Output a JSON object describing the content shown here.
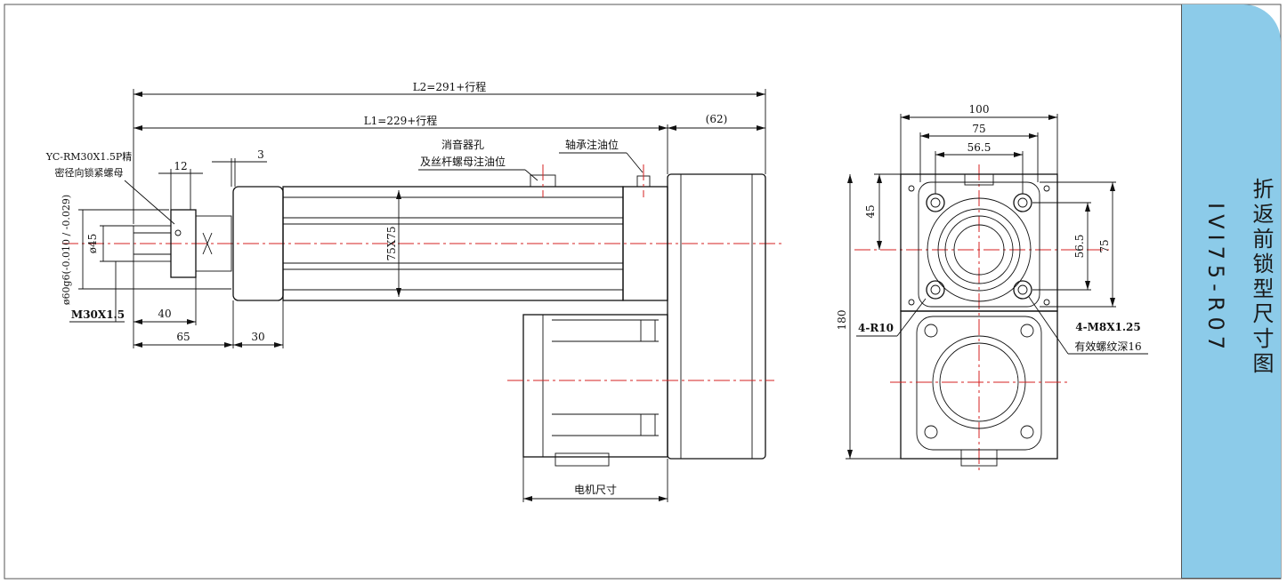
{
  "title": {
    "name": "折返前锁型尺寸图",
    "model": "IVI75-R07"
  },
  "labels": {
    "l2": "L2=291+行程",
    "l1": "L1=229+行程",
    "d62": "(62)",
    "d3": "3",
    "d12": "12",
    "lock_nut_line1": "YC-RM30X1.5P精",
    "lock_nut_line2": "密径向锁紧螺母",
    "muffler_line1": "消音器孔",
    "muffler_line2": "及丝杆螺母注油位",
    "bearing_oil": "轴承注油位",
    "tol_dia": "ø60g6(-0.010 / -0.029)",
    "d45_dia": "ø45",
    "m30": "M30X1.5",
    "d40": "40",
    "d65": "65",
    "d30": "30",
    "profile": "75X75",
    "motor_size": "电机尺寸",
    "r100": "100",
    "r75": "75",
    "r56_5": "56.5",
    "r45": "45",
    "r56_5v": "56.5",
    "r75v": "75",
    "r180": "180",
    "r4r10": "4-R10",
    "m8_line1": "4-M8X1.25",
    "m8_line2": "有效螺纹深16"
  },
  "colors": {
    "accent": "#8ccbe9",
    "centerline": "#d62020"
  }
}
